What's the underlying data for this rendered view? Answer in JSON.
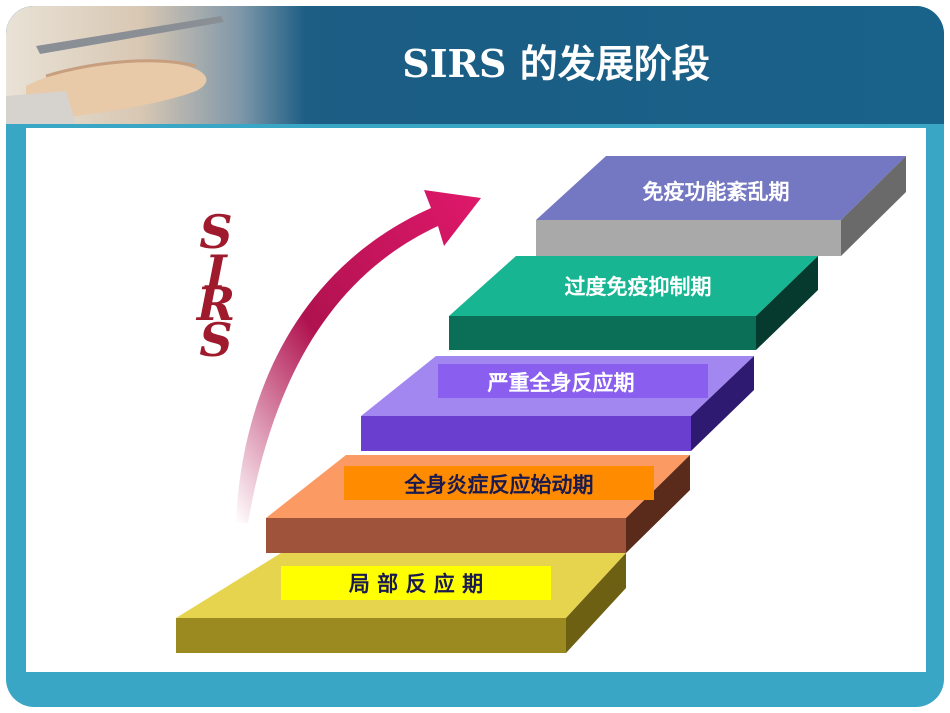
{
  "slide": {
    "title": "SIRS 的发展阶段",
    "vertical_label": [
      "S",
      "I",
      "R",
      "S"
    ]
  },
  "stages": [
    {
      "label": "局 部 反 应 期",
      "top_color": "#e7d44e",
      "front_color": "#9b8a1f",
      "side_color": "#6d6012",
      "label_bg": "#ffff00",
      "label_color": "#1a1a4e"
    },
    {
      "label": "全身炎症反应始动期",
      "top_color": "#fb9a63",
      "front_color": "#a0533b",
      "side_color": "#5a2a1a",
      "label_bg": "#ff8c00",
      "label_color": "#1a1a4e"
    },
    {
      "label": "严重全身反应期",
      "top_color": "#a287f0",
      "front_color": "#6a3fcf",
      "side_color": "#2e1a70",
      "label_bg": "#8a5ff0",
      "label_color": "#ffffff"
    },
    {
      "label": "过度免疫抑制期",
      "top_color": "#17b592",
      "front_color": "#0b6f58",
      "side_color": "#063a2e",
      "label_bg": "",
      "label_color": "#ffffff"
    },
    {
      "label": "免疫功能紊乱期",
      "top_color": "#7477c2",
      "front_color": "#a9a9a9",
      "side_color": "#6a6a6a",
      "label_bg": "",
      "label_color": "#ffffff"
    }
  ],
  "colors": {
    "frame": "#3aa6c6",
    "header": "#1b5d84",
    "arrow": "#c2185b",
    "sirs_text": "#9e1a2c"
  }
}
